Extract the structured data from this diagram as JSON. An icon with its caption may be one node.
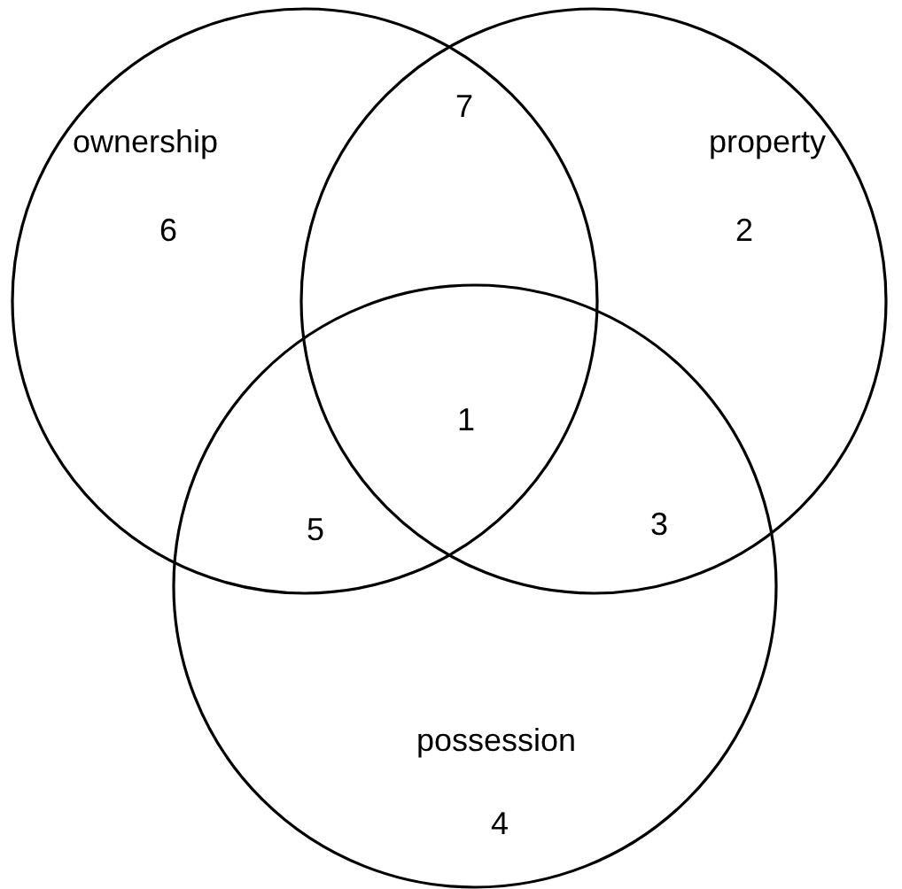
{
  "diagram": {
    "nodes": [
      {
        "text": [
          "ownership",
          "6"
        ]
      },
      {
        "text": [
          "property",
          "2"
        ]
      },
      {
        "text": [
          "possession",
          "4"
        ]
      }
    ],
    "labels": [
      "7",
      "1",
      "5",
      "3"
    ]
  }
}
